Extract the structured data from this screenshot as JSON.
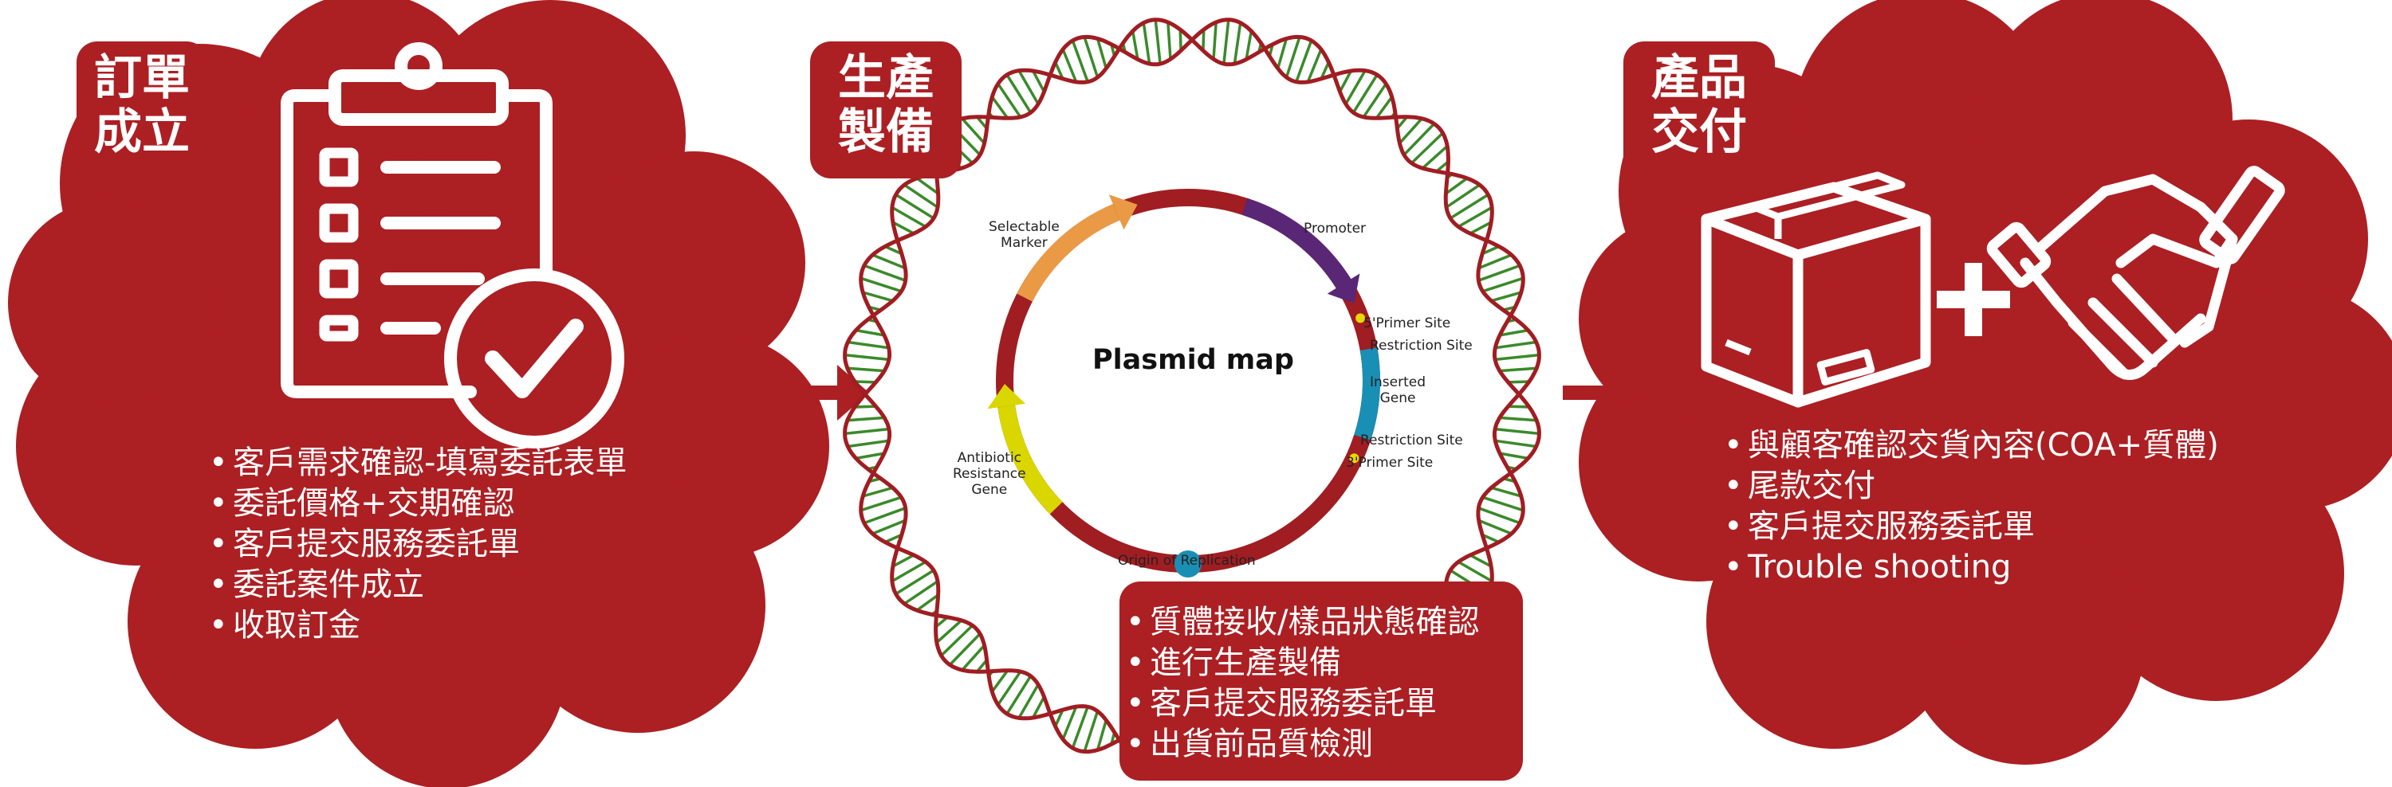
{
  "colors": {
    "red": "#ac1f23",
    "dna_green": "#3a8a2a",
    "dna_red": "#a01d22",
    "marker": "#ea9a45",
    "promoter": "#5a2676",
    "gene": "#1a8fb5",
    "antibiotic": "#d9d600",
    "origin": "#1a8fb5",
    "arrow": "#ac1f23"
  },
  "step1": {
    "tag_lines": [
      "訂單",
      "成立"
    ],
    "icon": "clipboard-check-icon",
    "items": [
      "客戶需求確認-填寫委託表單",
      "委託價格+交期確認",
      "客戶提交服務委託單",
      "委託案件成立",
      "收取訂金"
    ]
  },
  "step2": {
    "tag_lines": [
      "生產",
      "製備"
    ],
    "plasmid": {
      "title": "Plasmid map",
      "labels": {
        "selectable_marker": [
          "Selectable",
          "Marker"
        ],
        "promoter": "Promoter",
        "primer5": "5'Primer Site",
        "restriction_top": "Restriction Site",
        "inserted_gene": [
          "Inserted",
          "Gene"
        ],
        "restriction_bottom": "Restriction Site",
        "primer3": "3'Primer Site",
        "antibiotic": [
          "Antibiotic",
          "Resistance",
          "Gene"
        ],
        "origin": "Origin of Replication"
      }
    },
    "items": [
      "質體接收/樣品狀態確認",
      "進行生產製備",
      "客戶提交服務委託單",
      "出貨前品質檢測"
    ]
  },
  "step3": {
    "tag_lines": [
      "產品",
      "交付"
    ],
    "icons": [
      "box-icon",
      "plus-icon",
      "handshake-icon"
    ],
    "items": [
      "與顧客確認交貨內容(COA+質體)",
      "尾款交付",
      "客戶提交服務委託單",
      "Trouble shooting"
    ]
  }
}
